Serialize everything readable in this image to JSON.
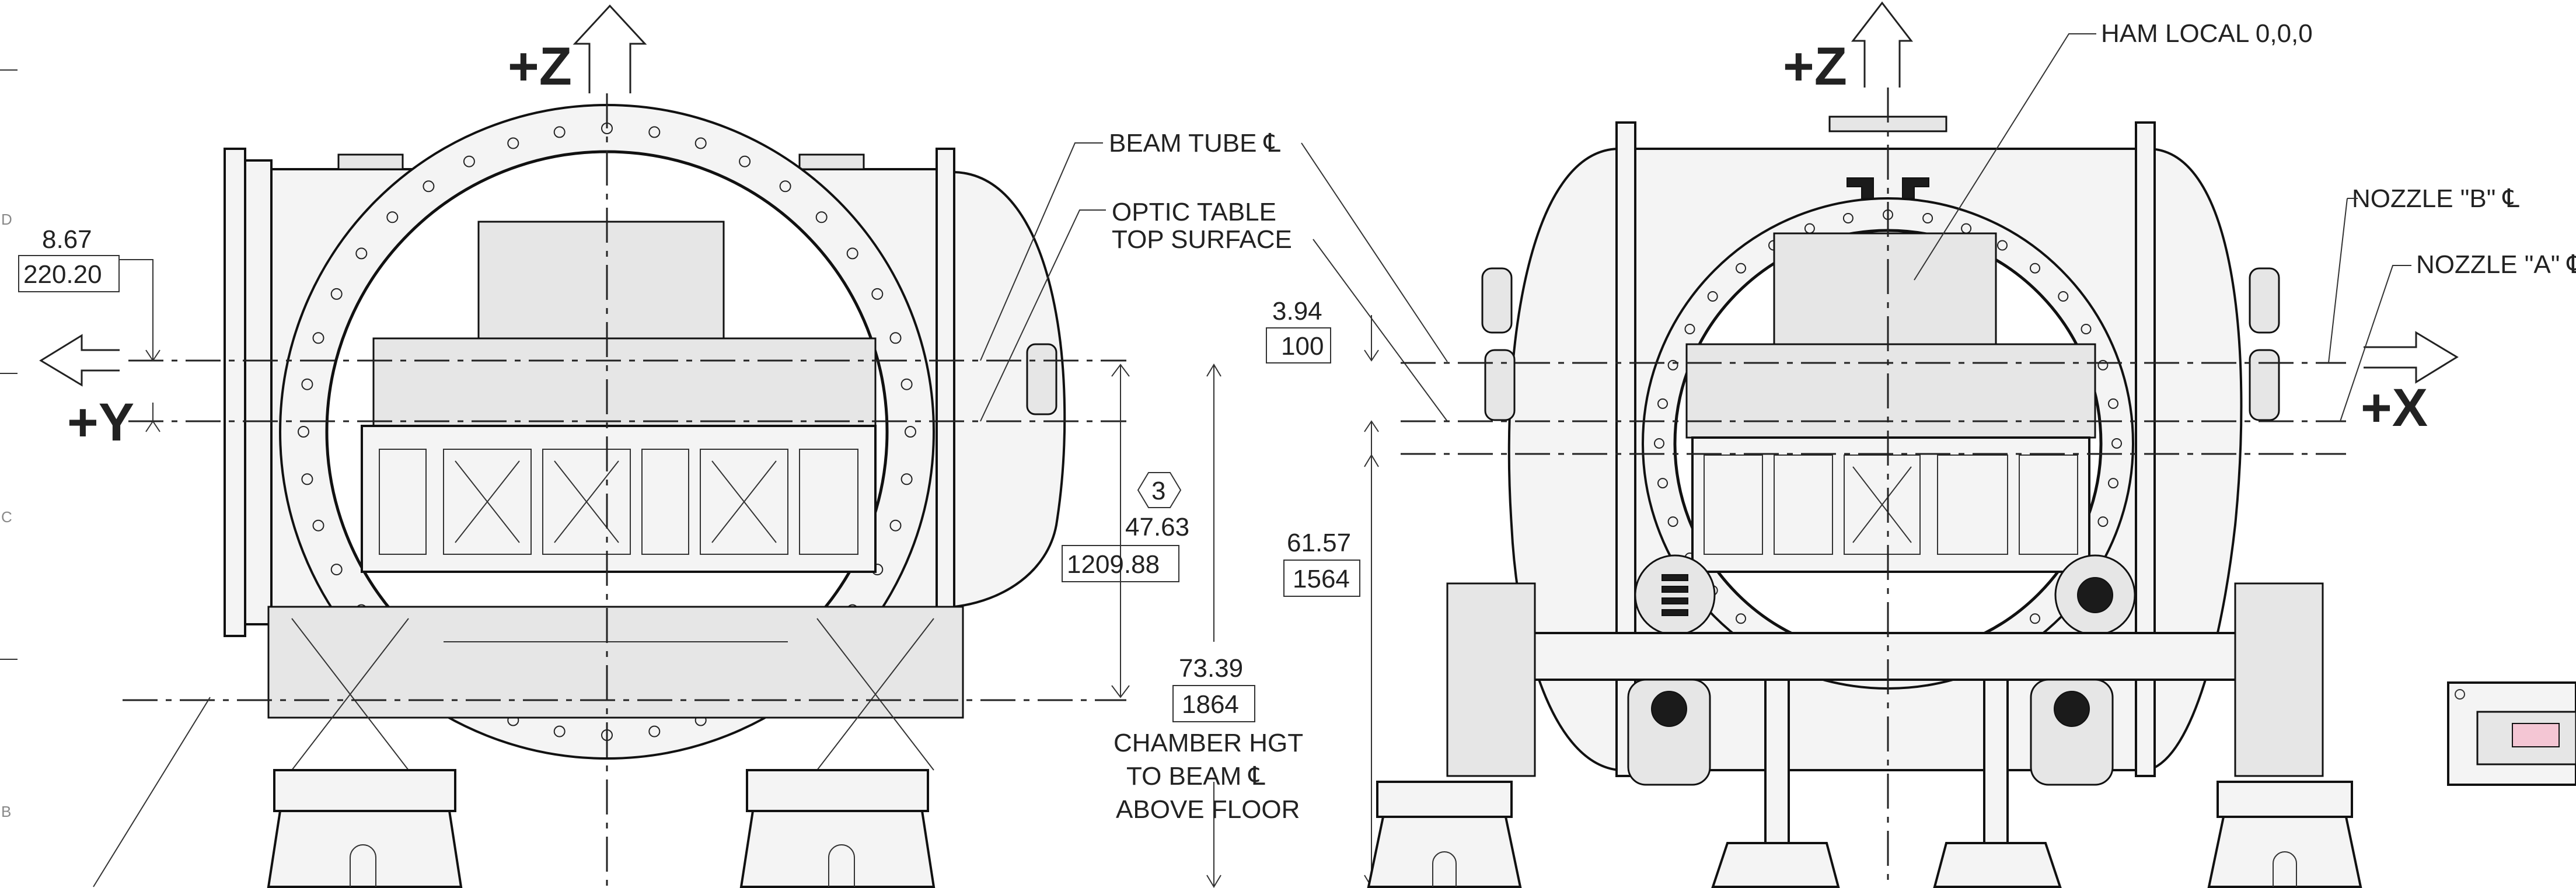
{
  "zone_letters": [
    "D",
    "C",
    "B"
  ],
  "axes": {
    "z_left": "+Z",
    "z_right": "+Z",
    "y": "+Y",
    "x": "+X"
  },
  "callouts": {
    "ham_local": "HAM LOCAL 0,0,0",
    "beam_tube": "BEAM TUBE ℄",
    "optic_table_1": "OPTIC TABLE",
    "optic_table_2": "TOP SURFACE",
    "nozzle_b": "NOZZLE \"B\" ℄",
    "nozzle_a": "NOZZLE \"A\" ℄",
    "chamber_1": "CHAMBER HGT",
    "chamber_2": "TO BEAM ℄",
    "chamber_3": "ABOVE FLOOR"
  },
  "dimensions": {
    "d1": {
      "inch": "8.67",
      "mm": "220.20"
    },
    "d2": {
      "inch": "3.94",
      "mm": "100"
    },
    "d3": {
      "inch": "47.63",
      "mm": "1209.88",
      "note": "3"
    },
    "d4": {
      "inch": "61.57",
      "mm": "1564"
    },
    "d5": {
      "inch": "73.39",
      "mm": "1864"
    }
  }
}
